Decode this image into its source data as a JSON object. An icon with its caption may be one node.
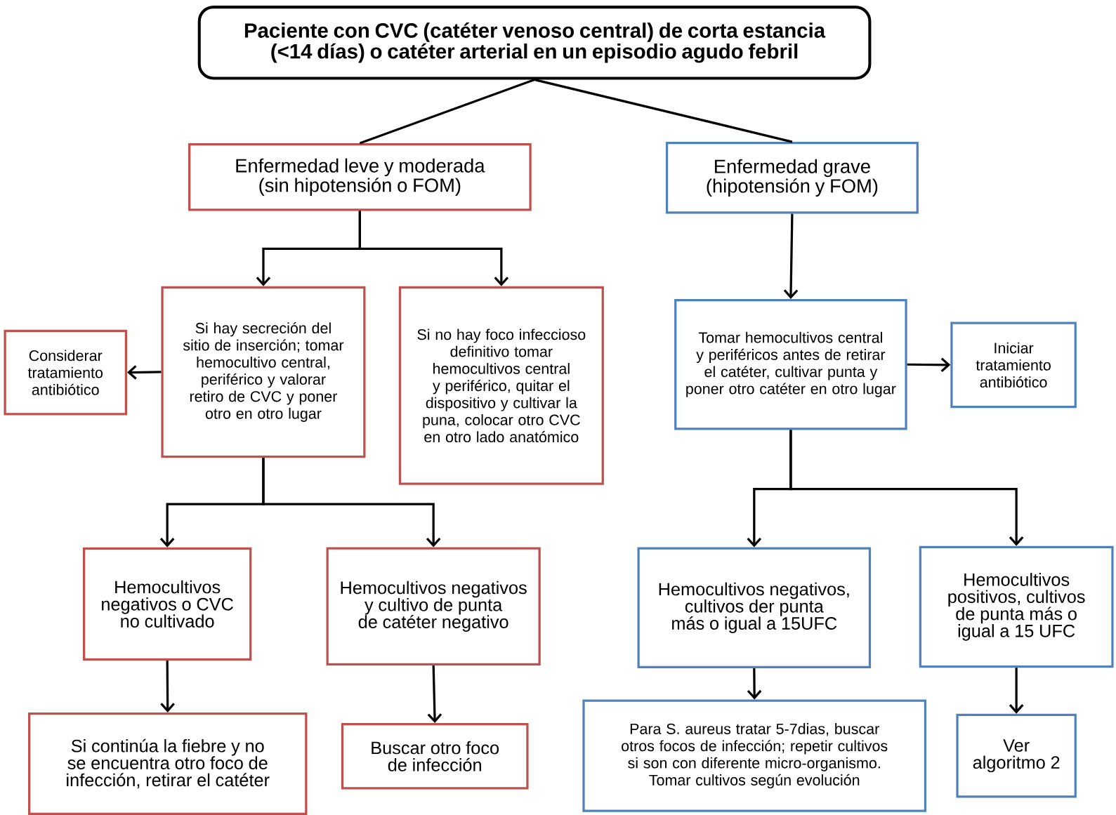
{
  "diagram": {
    "nodes": [
      {
        "text": [
          "Paciente con CVC (catéter venoso central) de corta estancia (<14 días) o catéter arterial en un episodio agudo febril"
        ]
      },
      {
        "text": [
          "Enfermedad leve y moderada (sin hipotensión o FOM)"
        ]
      },
      {
        "text": [
          "Enfermedad grave (hipotensión y FOM)"
        ]
      },
      {
        "text": [
          "Si hay secreción del sitio de inserción; tomar hemocultivo central, periférico y valorar retiro de CVC y poner otro en otro lugar"
        ]
      },
      {
        "text": [
          "Si no hay foco infeccioso definitivo tomar hemocultivos central y periférico, quitar el dispositivo y cultivar la puna, colocar otro CVC en otro lado anatómico"
        ]
      },
      {
        "text": [
          "Considerar tratamiento antibiótico"
        ]
      },
      {
        "text": [
          "Tomar hemocultivos central y periféricos antes de retirar el catéter, cultivar punta y poner otro catéter en otro lugar"
        ]
      },
      {
        "text": [
          "Iniciar tratamiento antibiótico"
        ]
      },
      {
        "text": [
          "Hemocultivos negativos o CVC no cultivado"
        ]
      },
      {
        "text": [
          "Hemocultivos negativos y cultivo de punta de catéter negativo"
        ]
      },
      {
        "text": [
          "Hemocultivos negativos, cultivos der punta más o igual a 15UFC"
        ]
      },
      {
        "text": [
          "Hemocultivos positivos, cultivos de punta más o igual a 15 UFC"
        ]
      },
      {
        "text": [
          "Si continúa la fiebre y no se encuentra otro foco de infección, retirar el catéter"
        ]
      },
      {
        "text": [
          "Buscar otro foco de infección"
        ]
      },
      {
        "text": [
          "Para S. aureus tratar 5-7dias, buscar otros focos de infección; repetir cultivos si son con diferente micro-organismo. Tomar cultivos según evolución"
        ]
      },
      {
        "text": [
          "Ver algoritmo 2"
        ]
      }
    ],
    "edges": [
      {
        "from": 0,
        "to": 1,
        "arrow": "none"
      },
      {
        "from": 0,
        "to": 2,
        "arrow": "none"
      },
      {
        "from": 1,
        "to": 3,
        "arrow": "to"
      },
      {
        "from": 1,
        "to": 4,
        "arrow": "to"
      },
      {
        "from": 3,
        "to": 5,
        "arrow": "to"
      },
      {
        "from": 2,
        "to": 6,
        "arrow": "to"
      },
      {
        "from": 6,
        "to": 7,
        "arrow": "to"
      },
      {
        "from": 3,
        "to": 8,
        "arrow": "to"
      },
      {
        "from": 3,
        "to": 9,
        "arrow": "to"
      },
      {
        "from": 6,
        "to": 10,
        "arrow": "to"
      },
      {
        "from": 6,
        "to": 11,
        "arrow": "to"
      },
      {
        "from": 8,
        "to": 12,
        "arrow": "to"
      },
      {
        "from": 9,
        "to": 13,
        "arrow": "to"
      },
      {
        "from": 10,
        "to": 14,
        "arrow": "to"
      },
      {
        "from": 11,
        "to": 15,
        "arrow": "to"
      }
    ]
  }
}
